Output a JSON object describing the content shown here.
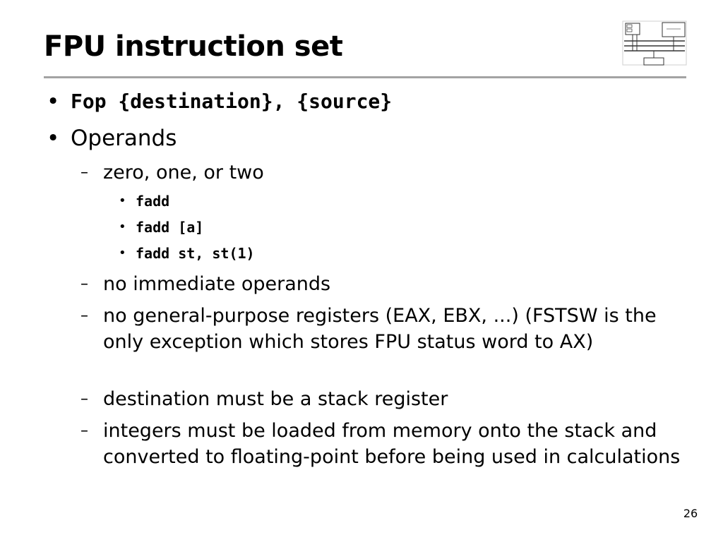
{
  "slide": {
    "title": "FPU instruction set",
    "page_number": "26",
    "logo_icon": "computer-architecture-diagram-icon",
    "items": [
      {
        "level": 1,
        "text": "Fop {destination}, {source}"
      },
      {
        "level": 1,
        "text": "Operands"
      },
      {
        "level": 2,
        "text": "zero, one, or two"
      },
      {
        "level": 3,
        "text": "fadd"
      },
      {
        "level": 3,
        "text": "fadd [a]"
      },
      {
        "level": 3,
        "text": "fadd st, st(1)"
      },
      {
        "level": 2,
        "text": "no immediate operands"
      },
      {
        "level": 2,
        "text": "no general-purpose registers (EAX, EBX, ...) (FSTSW is the only exception which stores FPU status word to AX)"
      },
      {
        "level": 2,
        "text": "destination must be a stack register"
      },
      {
        "level": 2,
        "text": "integers must be loaded from memory onto the stack and converted to floating-point before being used in calculations"
      }
    ]
  },
  "colors": {
    "rule": "#a3a3a3",
    "text": "#000000",
    "background": "#ffffff"
  }
}
